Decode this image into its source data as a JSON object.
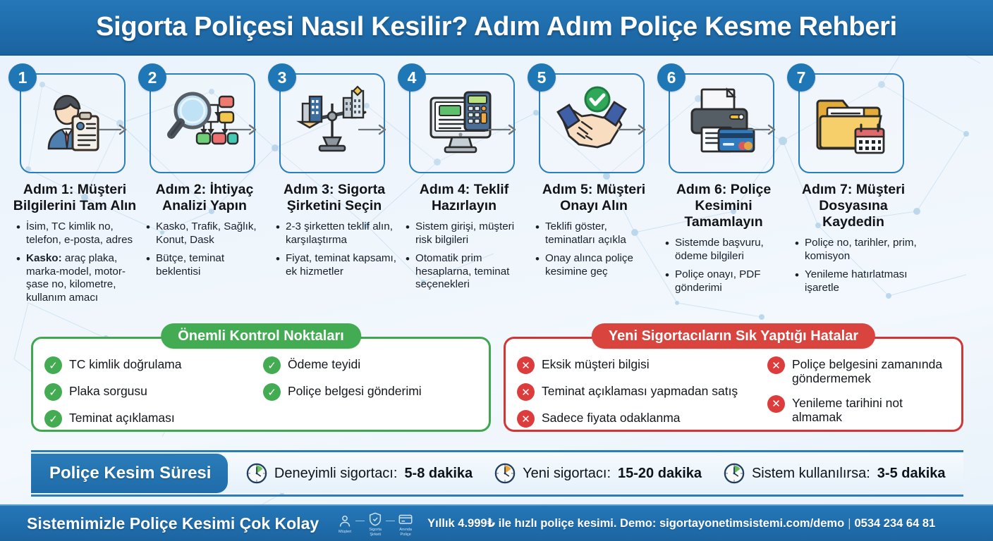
{
  "header": {
    "title": "Sigorta Poliçesi Nasıl Kesilir? Adım Adım Poliçe Kesme Rehberi"
  },
  "colors": {
    "brand_blue": "#1f6cab",
    "header_blue": "#2577b8",
    "badge_blue": "#2077b5",
    "card_border": "#2a7fb8",
    "good_green": "#43ab52",
    "bad_red": "#d9443f",
    "page_bg": "#eaf3fb"
  },
  "steps": [
    {
      "number": "1",
      "icon": "person-with-clipboard-icon",
      "title": "Adım 1: Müşteri\nBilgilerini Tam Alın",
      "bullets": [
        {
          "lead": "",
          "text": "İsim, TC kimlik no, telefon, e-posta, adres"
        },
        {
          "lead": "Kasko:",
          "text": " araç plaka, marka-model, motor-şase no, kilometre, kullanım amacı"
        }
      ]
    },
    {
      "number": "2",
      "icon": "magnifier-flowchart-icon",
      "title": "Adım 2: İhtiyaç\nAnalizi Yapın",
      "bullets": [
        {
          "lead": "",
          "text": "Kasko, Trafik, Sağlık, Konut, Dask"
        },
        {
          "lead": "",
          "text": "Bütçe, teminat beklentisi"
        }
      ]
    },
    {
      "number": "3",
      "icon": "balance-scale-buildings-icon",
      "title": "Adım 3: Sigorta\nŞirketini Seçin",
      "bullets": [
        {
          "lead": "",
          "text": "2-3 şirketten teklif alın, karşılaştırma"
        },
        {
          "lead": "",
          "text": "Fiyat, teminat kapsamı, ek hizmetler"
        }
      ]
    },
    {
      "number": "4",
      "icon": "monitor-calculator-icon",
      "title": "Adım 4: Teklif\nHazırlayın",
      "bullets": [
        {
          "lead": "",
          "text": "Sistem girişi, müşteri risk bilgileri"
        },
        {
          "lead": "",
          "text": "Otomatik prim hesaplarna, teminat seçenekleri"
        }
      ]
    },
    {
      "number": "5",
      "icon": "handshake-check-icon",
      "title": "Adım 5: Müşteri\nOnayı Alın",
      "bullets": [
        {
          "lead": "",
          "text": "Teklifi göster, teminatları açıkla"
        },
        {
          "lead": "",
          "text": "Onay alınca poliçe kesimine geç"
        }
      ]
    },
    {
      "number": "6",
      "icon": "printer-creditcard-icon",
      "title": "Adım 6: Poliçe\nKesimini Tamamlayın",
      "bullets": [
        {
          "lead": "",
          "text": "Sistemde başvuru, ödeme bilgileri"
        },
        {
          "lead": "",
          "text": "Poliçe onayı, PDF gönderimi"
        }
      ]
    },
    {
      "number": "7",
      "icon": "folder-calendar-icon",
      "title": "Adım 7: Müşteri\nDosyasına Kaydedin",
      "bullets": [
        {
          "lead": "",
          "text": "Poliçe no, tarihler, prim, komisyon"
        },
        {
          "lead": "",
          "text": "Yenileme hatırlatması işaretle"
        }
      ]
    }
  ],
  "good_panel": {
    "tab_label": "Önemli Kontrol Noktaları",
    "col1": [
      "TC kimlik doğrulama",
      "Plaka sorgusu",
      "Teminat açıklaması"
    ],
    "col2": [
      "Ödeme teyidi",
      "Poliçe belgesi gönderimi"
    ],
    "mark": "✓"
  },
  "bad_panel": {
    "tab_label": "Yeni Sigortacıların Sık Yaptığı Hatalar",
    "col1": [
      "Eksik müşteri bilgisi",
      "Teminat açıklaması yapmadan satış",
      "Sadece fiyata odaklanma"
    ],
    "col2": [
      "Poliçe belgesini zamanında göndermemek",
      "Yenileme tarihini not almamak"
    ],
    "mark": "✕"
  },
  "timing": {
    "label": "Poliçe Kesim Süresi",
    "items": [
      {
        "icon": "clock-green-icon",
        "wedge_color": "#6bbf59",
        "caption": "Deneyimli sigortacı:",
        "value": "5-8 dakika"
      },
      {
        "icon": "clock-orange-icon",
        "wedge_color": "#f0a32c",
        "caption": "Yeni sigortacı:",
        "value": "15-20 dakika"
      },
      {
        "icon": "clock-green2-icon",
        "wedge_color": "#63b85a",
        "caption": "Sistem kullanılırsa:",
        "value": "3-5 dakika"
      }
    ]
  },
  "footer": {
    "headline": "Sistemimizle Poliçe Kesimi Çok Kolay",
    "mini_flow": [
      {
        "icon": "customer-icon",
        "caption": "Müşteri"
      },
      {
        "icon": "shield-icon",
        "caption": "Sigorta\nŞirketi"
      },
      {
        "icon": "card-icon",
        "caption": "Anında\nPoliçe"
      }
    ],
    "tagline_main": "Yıllık 4.999₺ ile hızlı poliçe kesimi. Demo: sigortayonetimsistemi.com/demo",
    "separator": "|",
    "phone": "0534 234 64 81"
  }
}
